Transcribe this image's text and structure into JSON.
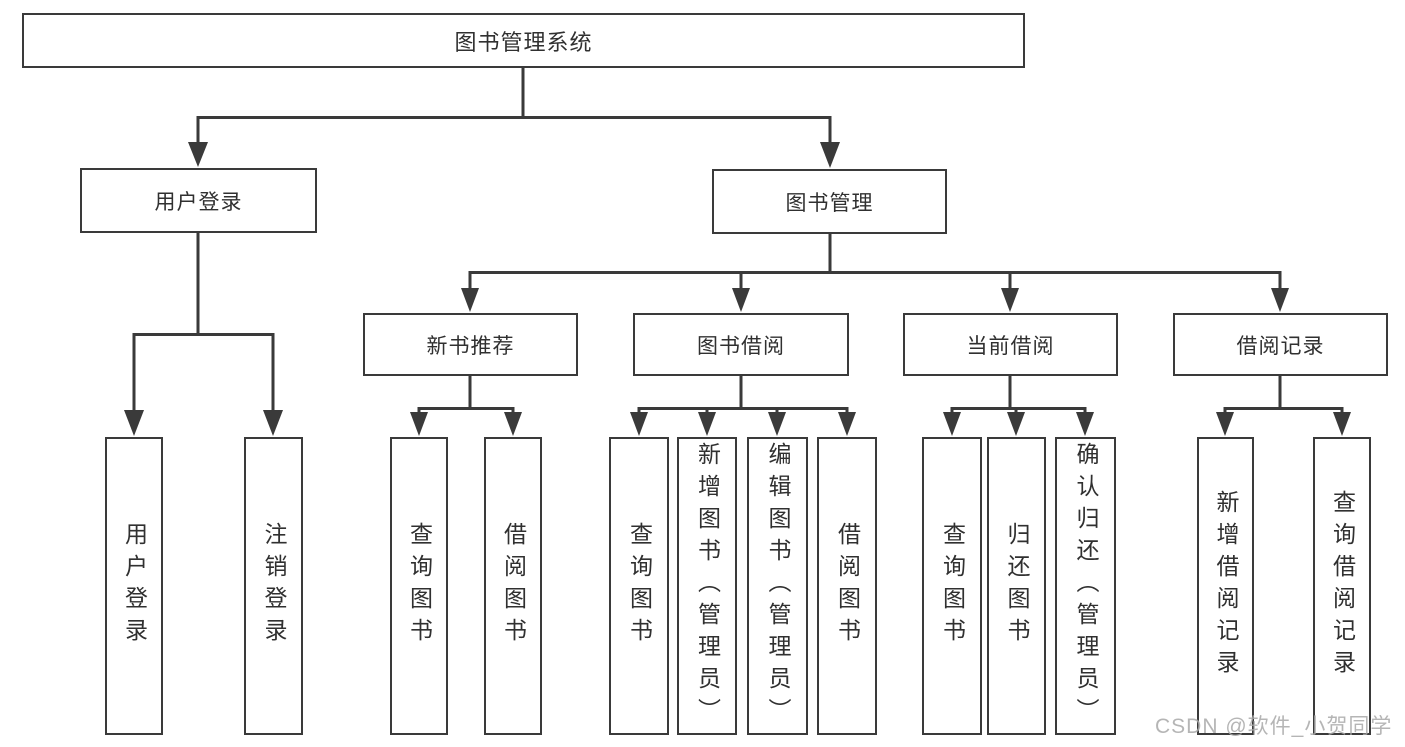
{
  "colors": {
    "line": "#3a3a3a",
    "text": "#303030",
    "background": "#ffffff",
    "watermark": "#a9a9a9"
  },
  "tree": {
    "label": "图书管理系统",
    "children": [
      {
        "label": "用户登录",
        "children": [
          {
            "label": "用户登录"
          },
          {
            "label": "注销登录"
          }
        ]
      },
      {
        "label": "图书管理",
        "children": [
          {
            "label": "新书推荐",
            "children": [
              {
                "label": "查询图书"
              },
              {
                "label": "借阅图书"
              }
            ]
          },
          {
            "label": "图书借阅",
            "children": [
              {
                "label": "查询图书"
              },
              {
                "label": "新增图书（管理员）"
              },
              {
                "label": "编辑图书（管理员）"
              },
              {
                "label": "借阅图书"
              }
            ]
          },
          {
            "label": "当前借阅",
            "children": [
              {
                "label": "查询图书"
              },
              {
                "label": "归还图书"
              },
              {
                "label": "确认归还（管理员）"
              }
            ]
          },
          {
            "label": "借阅记录",
            "children": [
              {
                "label": "新增借阅记录"
              },
              {
                "label": "查询借阅记录"
              }
            ]
          }
        ]
      }
    ]
  },
  "watermark": {
    "text": "CSDN @软件_小贺同学"
  }
}
